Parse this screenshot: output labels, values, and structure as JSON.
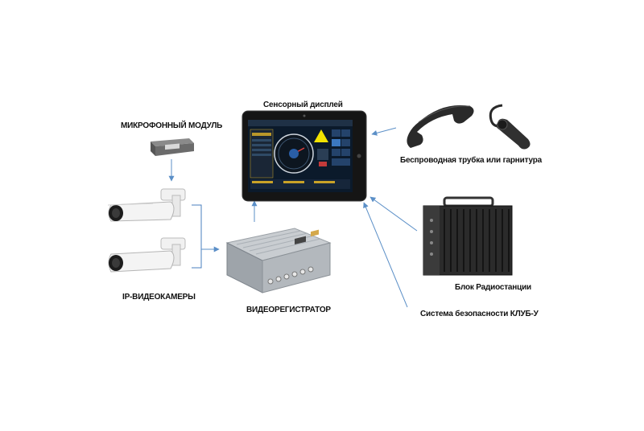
{
  "labels": {
    "touch_display": "Сенсорный дисплей",
    "microphone_module": "МИКРОФОННЫЙ МОДУЛЬ",
    "ip_cameras": "IP-ВИДЕОКАМЕРЫ",
    "video_recorder": "ВИДЕОРЕГИСТРАТОР",
    "handset_headset": "Беспроводная трубка или гарнитура",
    "radio_unit": "Блок Радиостанции",
    "safety_system": "Система безопасности КЛУБ-У"
  },
  "colors": {
    "arrow": "#5b8fc7",
    "line": "#4a7fbf"
  }
}
